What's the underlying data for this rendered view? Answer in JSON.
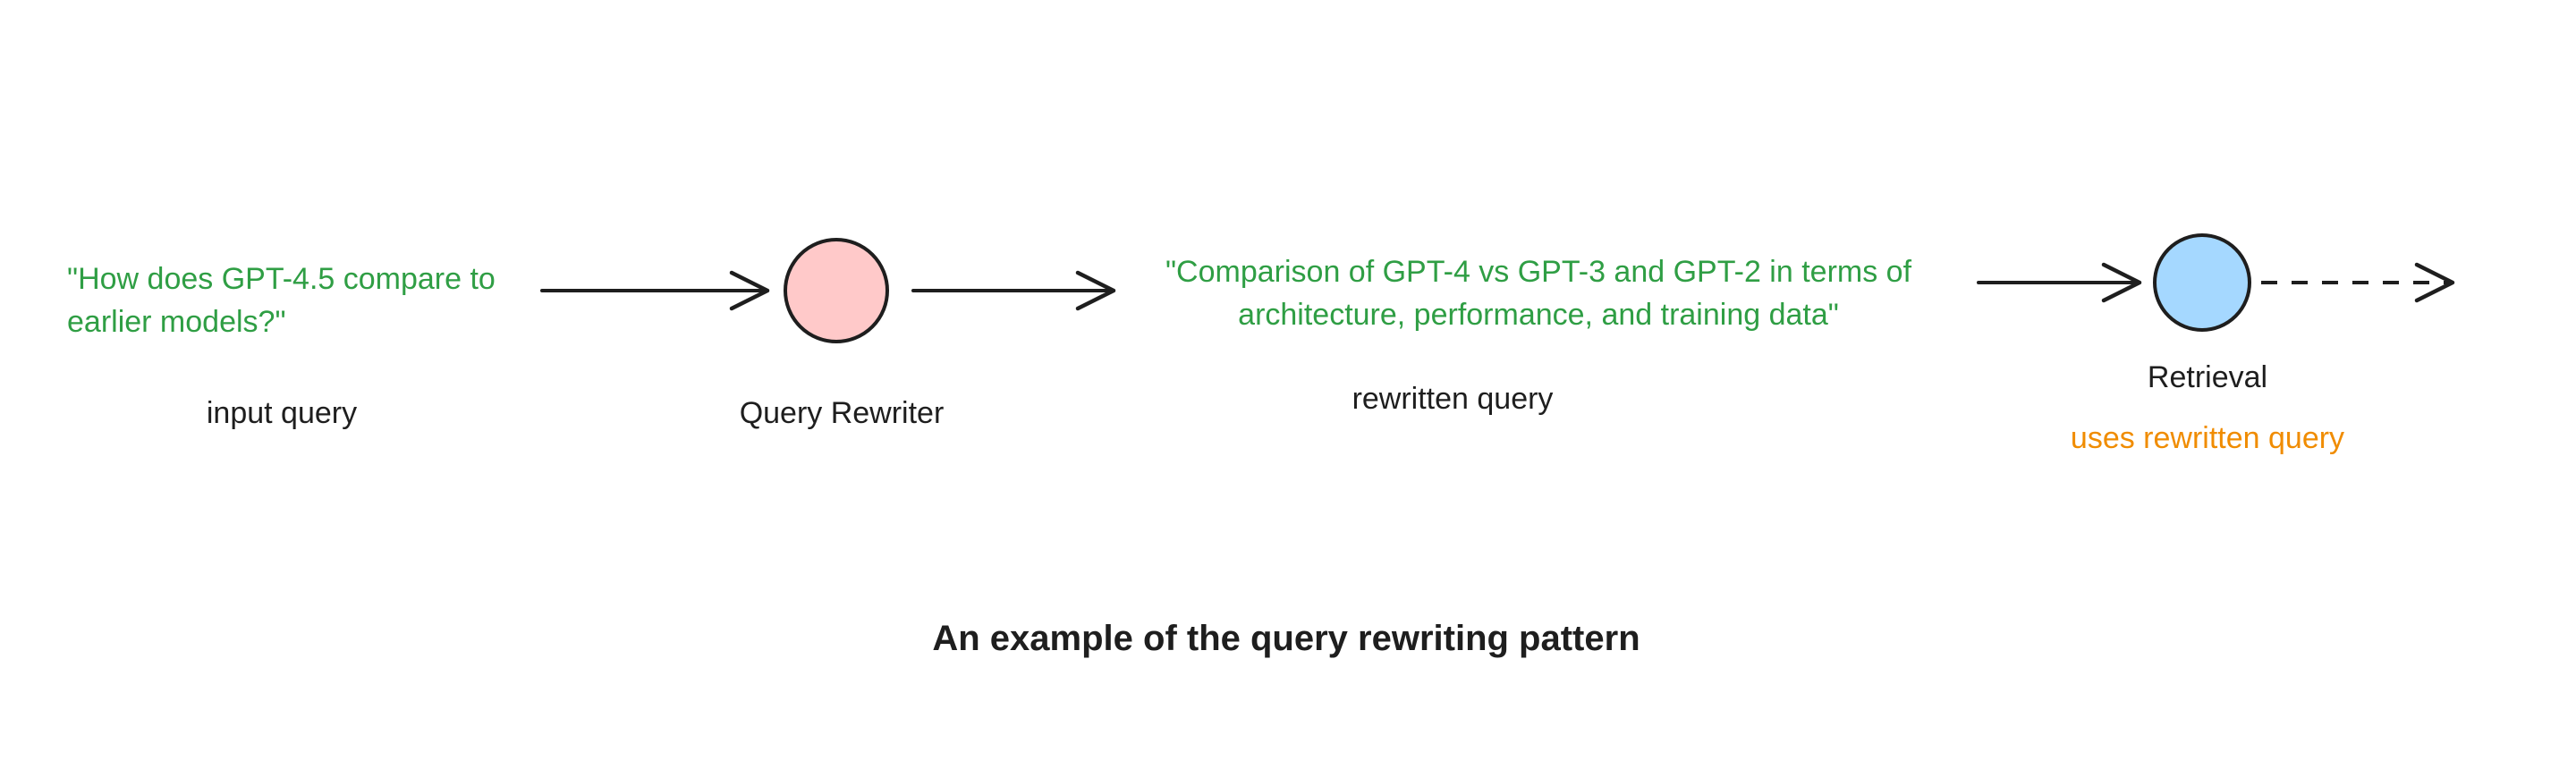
{
  "diagram": {
    "input_query": {
      "text": "\"How does GPT-4.5 compare to\nearlier models?\"",
      "label": "input query",
      "text_color": "#2f9e44"
    },
    "query_rewriter": {
      "label": "Query Rewriter",
      "fill": "#ffc9c9",
      "stroke": "#1e1e1e"
    },
    "rewritten_query": {
      "text": "\"Comparison of GPT-4 vs GPT-3 and GPT-2 in terms of\narchitecture, performance, and training data\"",
      "label": "rewritten query",
      "text_color": "#2f9e44"
    },
    "retrieval": {
      "label": "Retrieval",
      "note": "uses rewritten query",
      "fill": "#a5d8ff",
      "stroke": "#1e1e1e",
      "note_color": "#f08c00"
    },
    "caption": "An example of the query rewriting pattern",
    "colors": {
      "line": "#1e1e1e",
      "green_text": "#2f9e44",
      "orange_text": "#f08c00",
      "rewriter_fill": "#ffc9c9",
      "retrieval_fill": "#a5d8ff"
    }
  }
}
